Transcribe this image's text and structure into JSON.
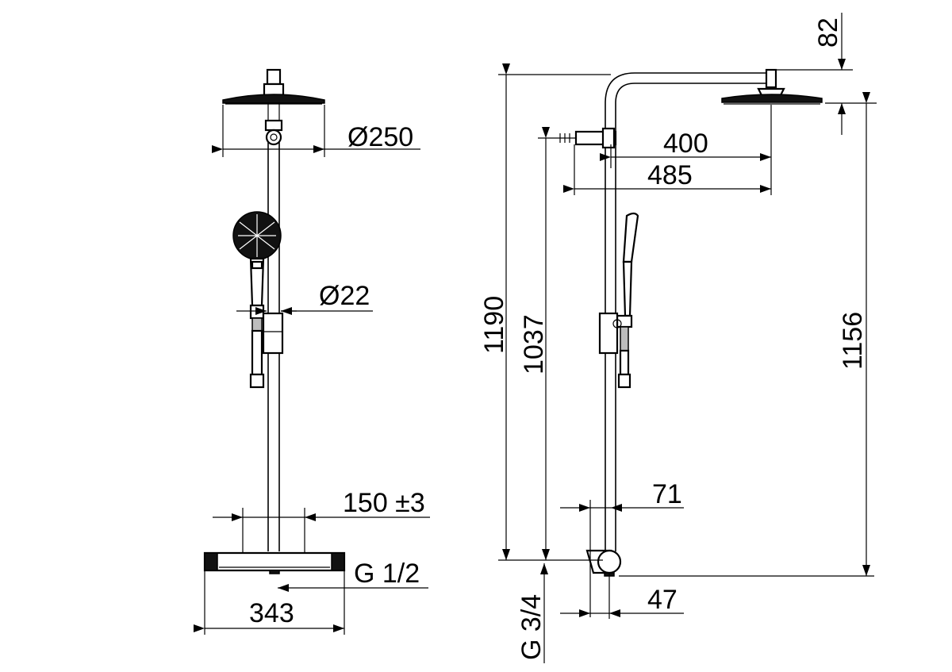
{
  "dimensions": {
    "head_diameter": "Ø250",
    "pipe_diameter": "Ø22",
    "center_distance": "150 ±3",
    "inlet_thread": "G 1/2",
    "mixer_width": "343",
    "top_height": "82",
    "arm_length": "400",
    "arm_reach": "485",
    "total_height": "1190",
    "holder_height": "1037",
    "head_height": "1156",
    "wall_offset_1": "71",
    "wall_offset_2": "47",
    "connection_thread": "G 3/4"
  }
}
